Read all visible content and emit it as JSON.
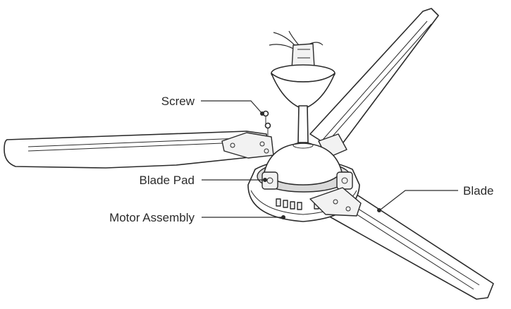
{
  "labels": {
    "screw": "Screw",
    "blade_pad": "Blade Pad",
    "motor_assembly": "Motor Assembly",
    "blade": "Blade"
  },
  "colors": {
    "line": "#2b2b2b",
    "fill": "#ffffff",
    "shade": "#f2f2f2",
    "grey": "#d9d9d9"
  }
}
